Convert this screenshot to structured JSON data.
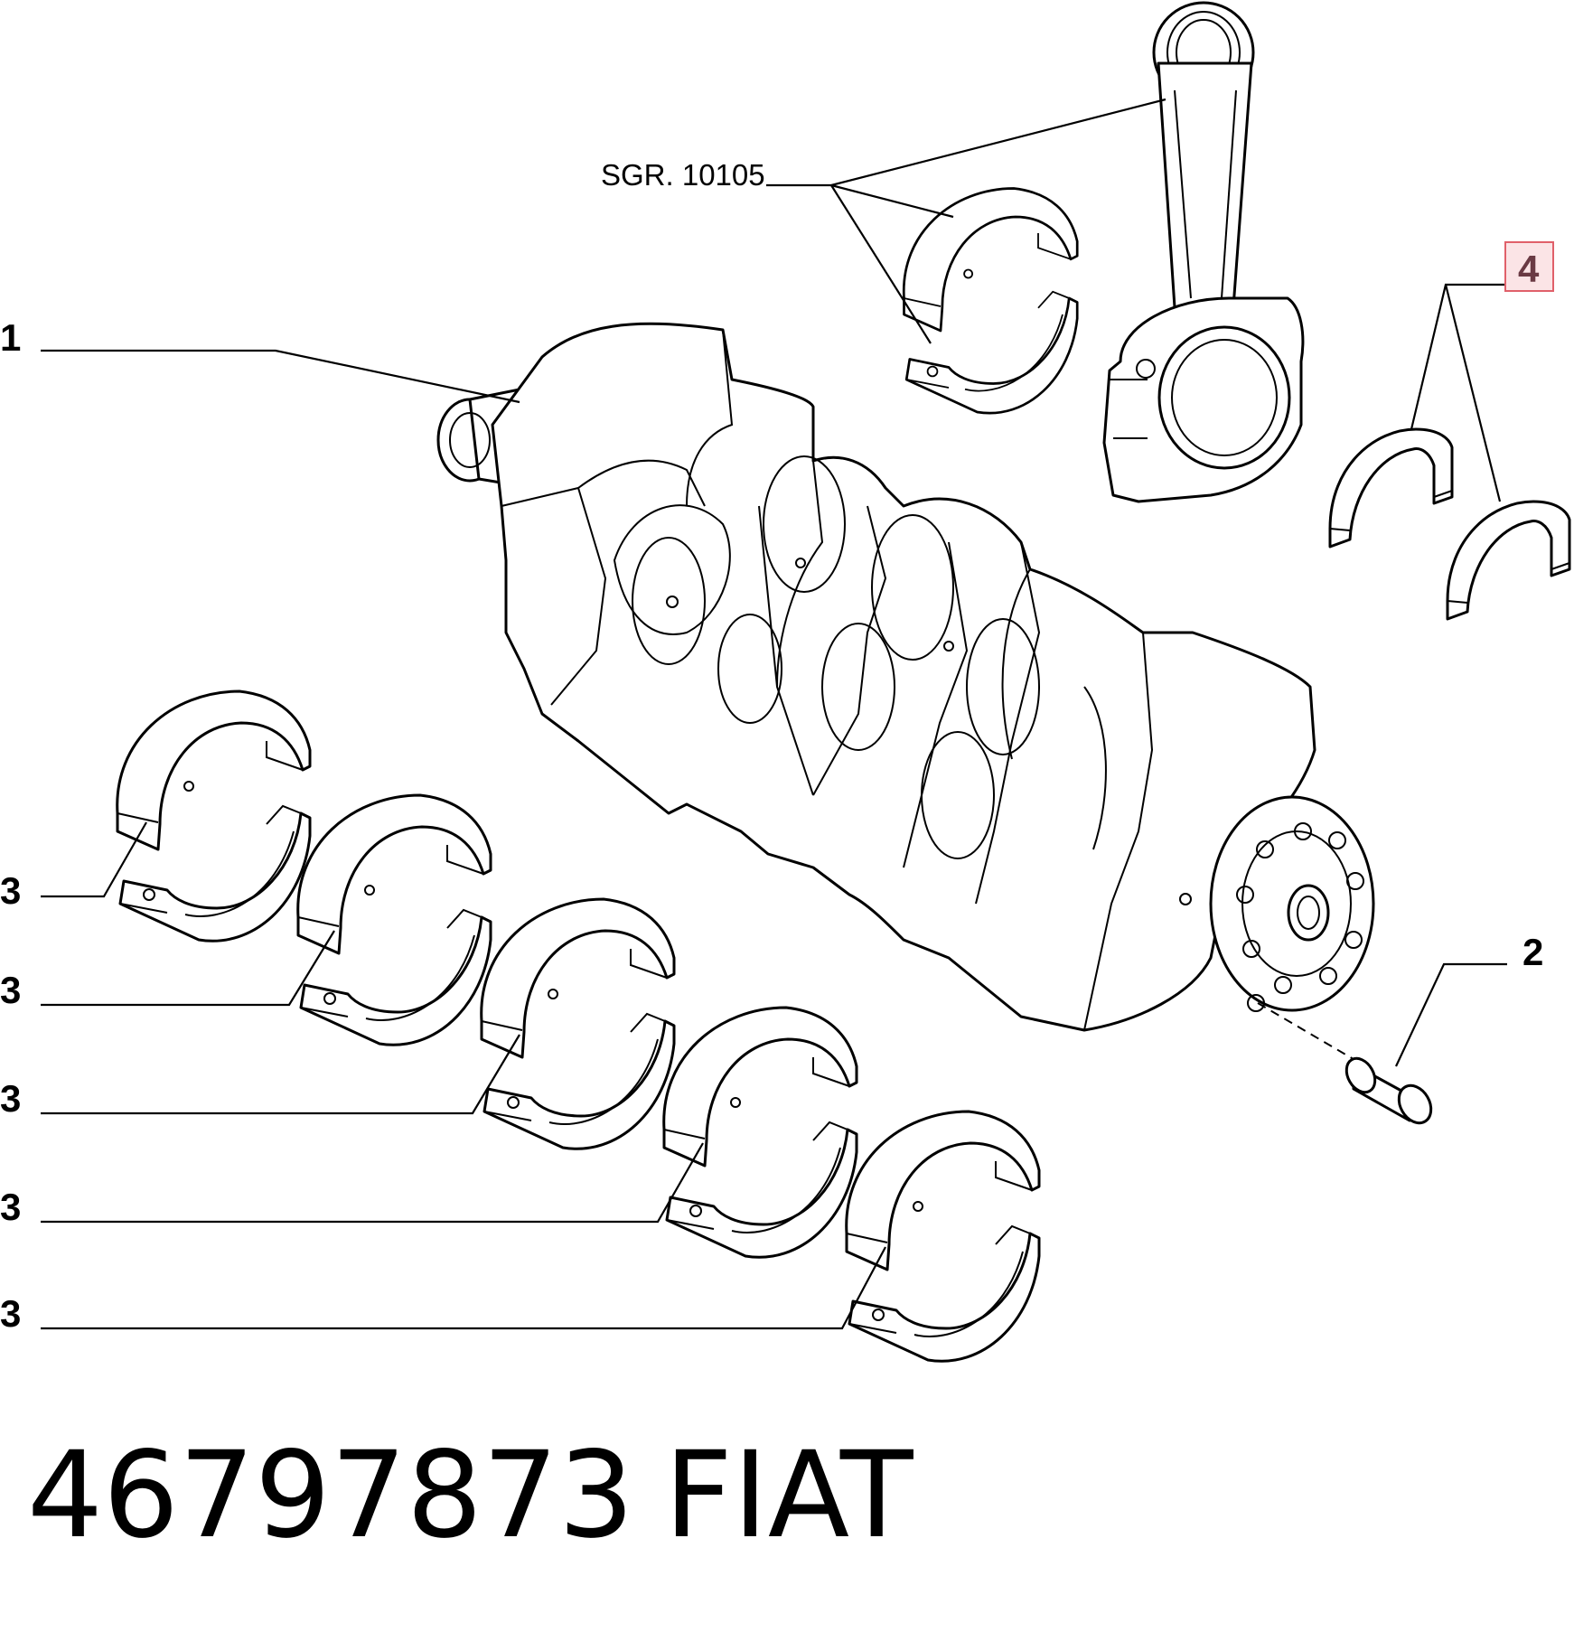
{
  "callouts": {
    "crankshaft": "1",
    "pin": "2",
    "main_bearing": "3",
    "thrust_washer": "4"
  },
  "reference_label": "SGR. 10105",
  "footer": {
    "part_number": "46797873",
    "brand": "FIAT"
  },
  "colors": {
    "line": "#000000",
    "background": "#ffffff",
    "highlight_border": "#e0606a",
    "highlight_fill": "#fbe4e6",
    "highlight_text": "#6a3a44"
  }
}
